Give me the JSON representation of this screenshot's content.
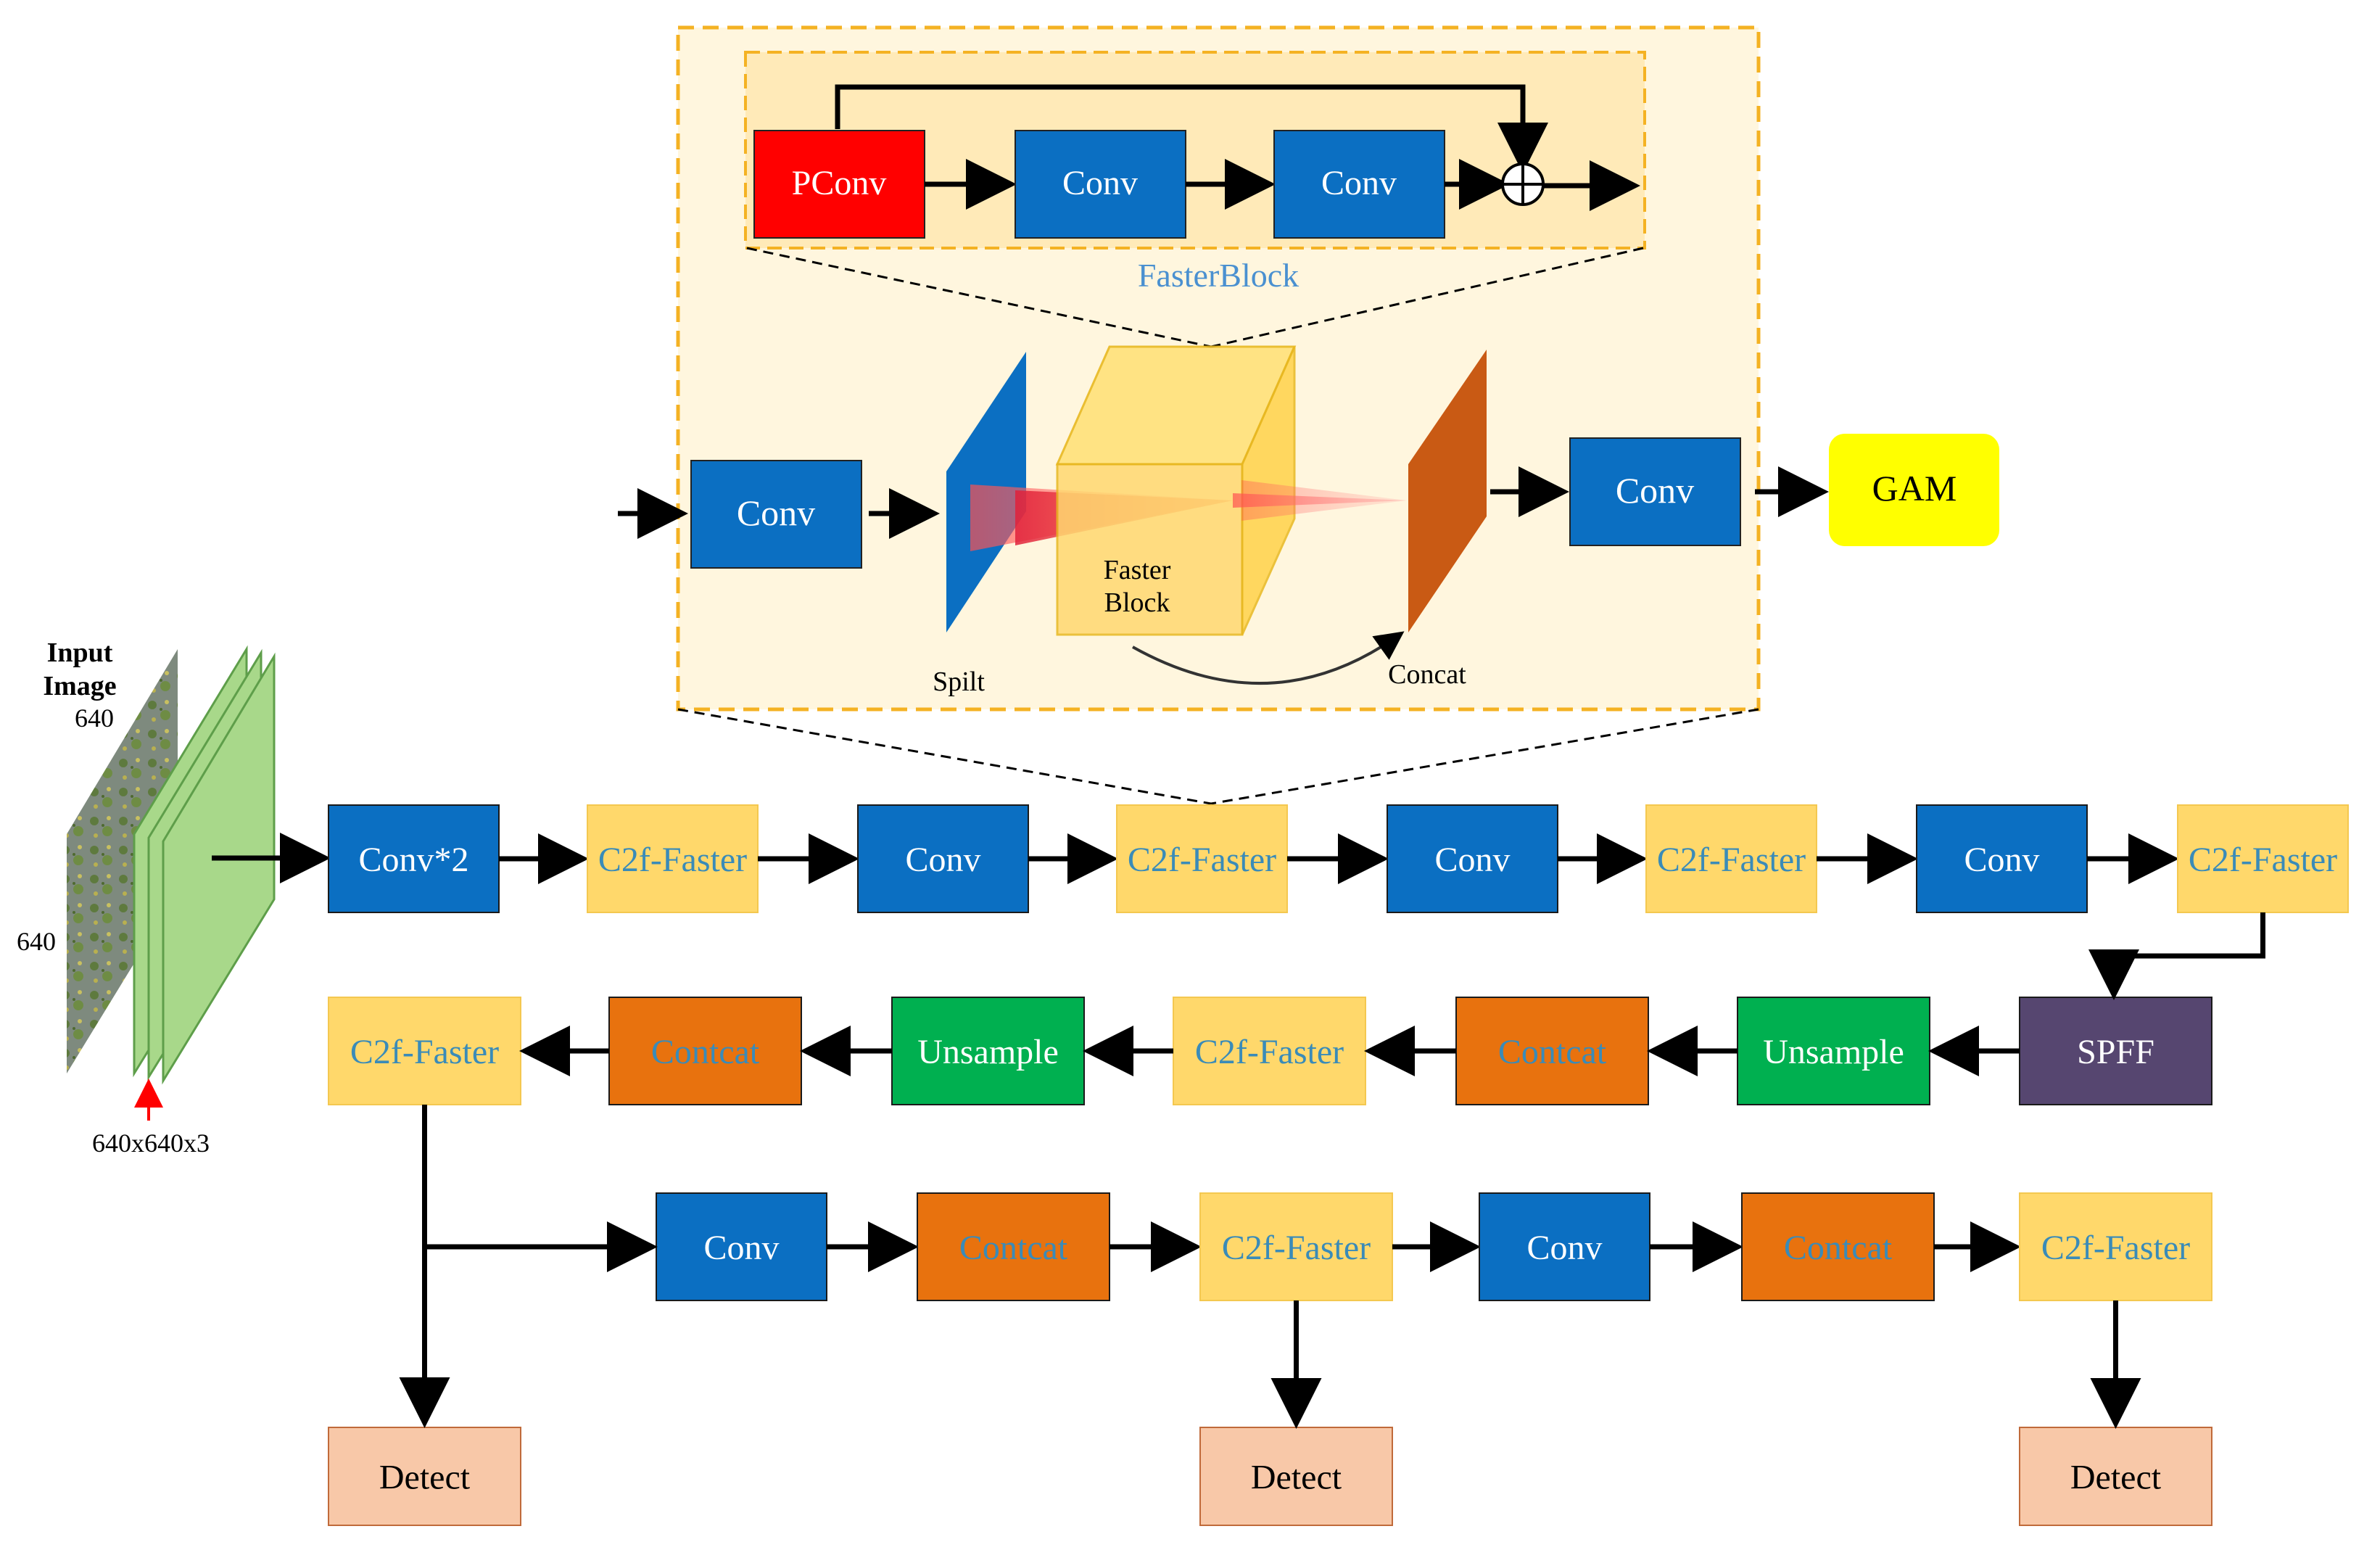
{
  "colors": {
    "conv": "#0B6FC2",
    "c2f": "#FFD86B",
    "c2f_text": "#3A8BB8",
    "concat": "#E8720E",
    "concat_text": "#3A8BB8",
    "unsample": "#00B050",
    "spff": "#564670",
    "detect": "#F8C8A8",
    "gam": "#FFFF00",
    "pconv": "#FF0000",
    "panel_bg": "#FFF6DE",
    "panel_border": "#F4B223",
    "inner_bg": "#FFEAB8",
    "faster_label": "#4A90D0",
    "input_green": "#A8D88A"
  },
  "input": {
    "title_line1": "Input",
    "title_line2": "Image",
    "width_label": "640",
    "height_label": "640",
    "shape_label": "640x640x3"
  },
  "fasterblock": {
    "title": "FasterBlock",
    "pconv": "PConv",
    "conv1": "Conv",
    "conv2": "Conv"
  },
  "c2f_detail": {
    "conv_in": "Conv",
    "split": "Spilt",
    "block_line1": "Faster",
    "block_line2": "Block",
    "concat": "Concat",
    "conv_out": "Conv",
    "gam": "GAM"
  },
  "backbone": [
    {
      "label": "Conv*2",
      "kind": "conv"
    },
    {
      "label": "C2f-Faster",
      "kind": "c2f"
    },
    {
      "label": "Conv",
      "kind": "conv"
    },
    {
      "label": "C2f-Faster",
      "kind": "c2f"
    },
    {
      "label": "Conv",
      "kind": "conv"
    },
    {
      "label": "C2f-Faster",
      "kind": "c2f"
    },
    {
      "label": "Conv",
      "kind": "conv"
    },
    {
      "label": "C2f-Faster",
      "kind": "c2f"
    }
  ],
  "neck": [
    {
      "label": "C2f-Faster",
      "kind": "c2f"
    },
    {
      "label": "Contcat",
      "kind": "concat"
    },
    {
      "label": "Unsample",
      "kind": "unsample"
    },
    {
      "label": "C2f-Faster",
      "kind": "c2f"
    },
    {
      "label": "Contcat",
      "kind": "concat"
    },
    {
      "label": "Unsample",
      "kind": "unsample"
    },
    {
      "label": "SPFF",
      "kind": "spff"
    }
  ],
  "head": [
    {
      "label": "Conv",
      "kind": "conv"
    },
    {
      "label": "Contcat",
      "kind": "concat"
    },
    {
      "label": "C2f-Faster",
      "kind": "c2f"
    },
    {
      "label": "Conv",
      "kind": "conv"
    },
    {
      "label": "Contcat",
      "kind": "concat"
    },
    {
      "label": "C2f-Faster",
      "kind": "c2f"
    }
  ],
  "detect": [
    "Detect",
    "Detect",
    "Detect"
  ]
}
